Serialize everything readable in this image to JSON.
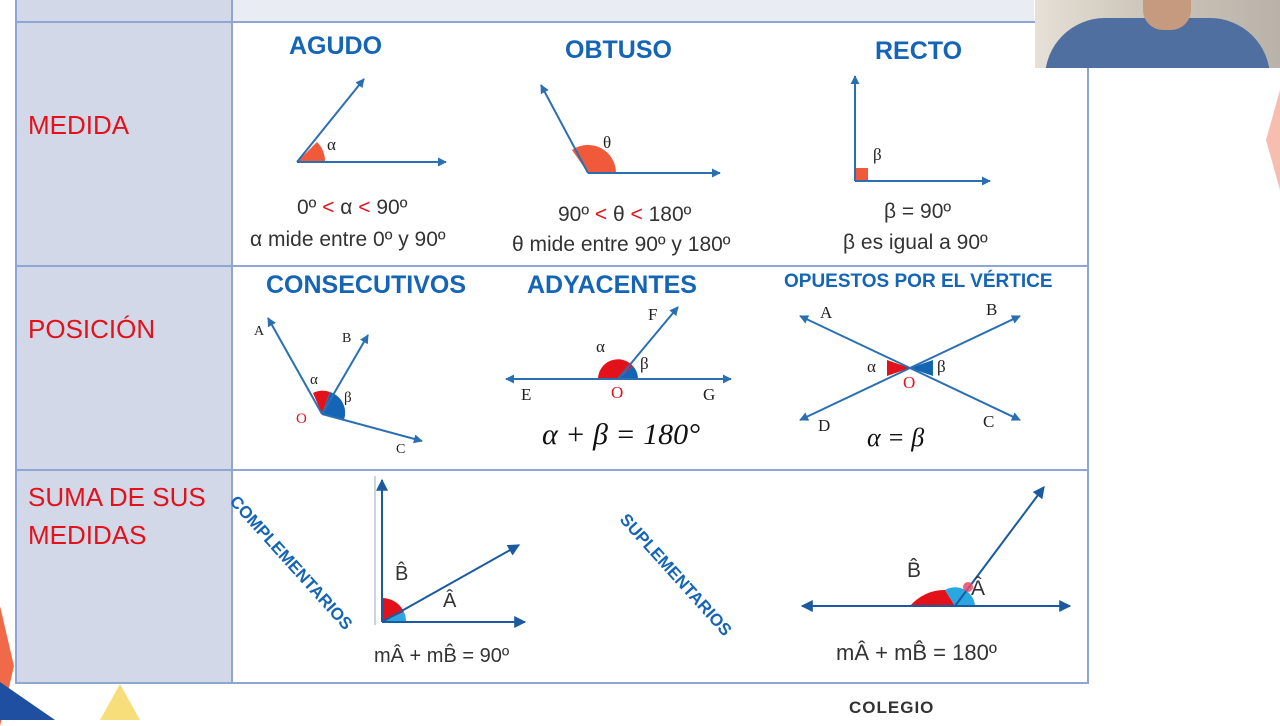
{
  "rows": [
    {
      "label": "MEDIDA"
    },
    {
      "label": "POSICIÓN"
    },
    {
      "label_line1": "SUMA DE SUS",
      "label_line2": "MEDIDAS"
    }
  ],
  "medida": {
    "agudo": {
      "title": "AGUDO",
      "symbol": "α",
      "ineq_left": "0º ",
      "lt1": "<",
      "ineq_mid": " α ",
      "lt2": "<",
      "ineq_right": " 90º",
      "description": "α mide entre 0º y 90º"
    },
    "obtuso": {
      "title": "OBTUSO",
      "symbol": "θ",
      "ineq_left": "90º ",
      "lt1": "<",
      "ineq_mid": " θ ",
      "lt2": "<",
      "ineq_right": " 180º",
      "description": "θ mide entre 90º y 180º"
    },
    "recto": {
      "title": "RECTO",
      "symbol": "β",
      "equality": "β = 90º",
      "description": "β es igual a 90º"
    }
  },
  "posicion": {
    "consecutivos": {
      "title": "CONSECUTIVOS",
      "points": [
        "A",
        "B",
        "C"
      ],
      "vertex": "O",
      "alpha": "α",
      "beta": "β"
    },
    "adyacentes": {
      "title": "ADYACENTES",
      "points": [
        "F",
        "E",
        "G"
      ],
      "vertex": "O",
      "alpha": "α",
      "beta": "β",
      "formula": "α + β = 180°"
    },
    "opuestos": {
      "title": "OPUESTOS POR EL VÉRTICE",
      "points": [
        "A",
        "B",
        "C",
        "D"
      ],
      "vertex": "O",
      "alpha": "α",
      "beta": "β",
      "formula": "α = β"
    }
  },
  "suma": {
    "complementarios": {
      "title": "COMPLEMENTARIOS",
      "angle_b": "B̂",
      "angle_a": "Â",
      "formula": "mÂ + mB̂ = 90º"
    },
    "suplementarios": {
      "title": "SUPLEMENTARIOS",
      "angle_b": "B̂",
      "angle_a": "Â",
      "formula": "mÂ + mB̂ = 180º"
    }
  },
  "footer": {
    "colegio": "COLEGIO"
  },
  "colors": {
    "heading_blue": "#1565b7",
    "label_red": "#e3111a",
    "left_column_bg": "#d3d8e8",
    "grid_line": "#8ea6d2",
    "angle_fill_orange": "#f05a3a",
    "angle_fill_light_blue": "#2aa6e0"
  }
}
